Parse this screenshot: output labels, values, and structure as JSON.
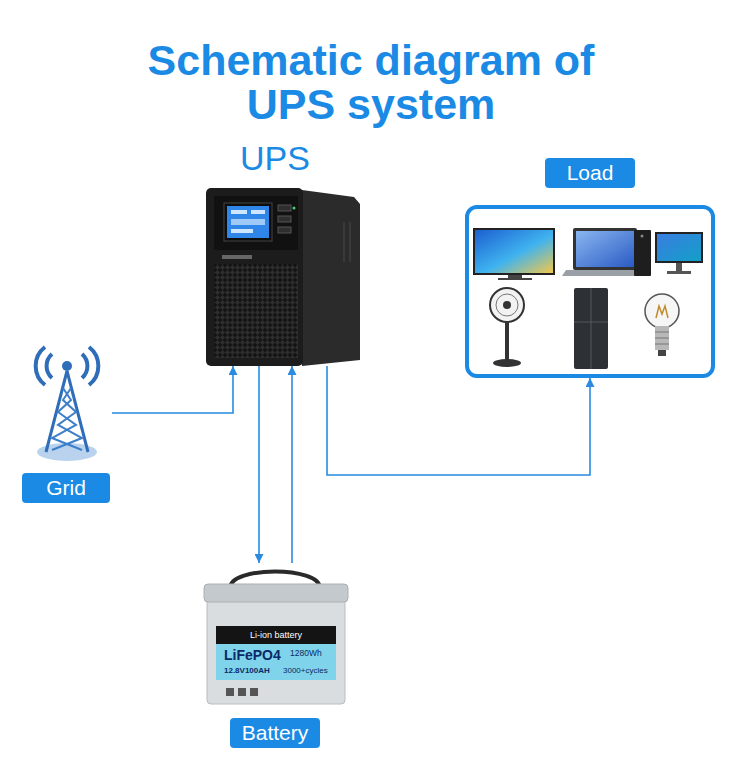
{
  "diagram": {
    "title": "Schematic diagram of UPS system",
    "nodes": [
      {
        "text": [
          "UPS"
        ]
      },
      {
        "text": [
          "Load"
        ]
      },
      {
        "text": [
          "Grid"
        ]
      },
      {
        "text": [
          "Battery"
        ]
      }
    ],
    "edges": [
      {
        "from": 2,
        "to": 0,
        "arrow": "to"
      },
      {
        "from": 0,
        "to": 3,
        "arrow": "to"
      },
      {
        "from": 3,
        "to": 0,
        "arrow": "to"
      },
      {
        "from": 0,
        "to": 1,
        "arrow": "to"
      }
    ],
    "labels": [
      "Li-ion battery",
      "LiFePO4",
      "1280Wh",
      "12.8V100AH",
      "3000+cycles"
    ]
  }
}
